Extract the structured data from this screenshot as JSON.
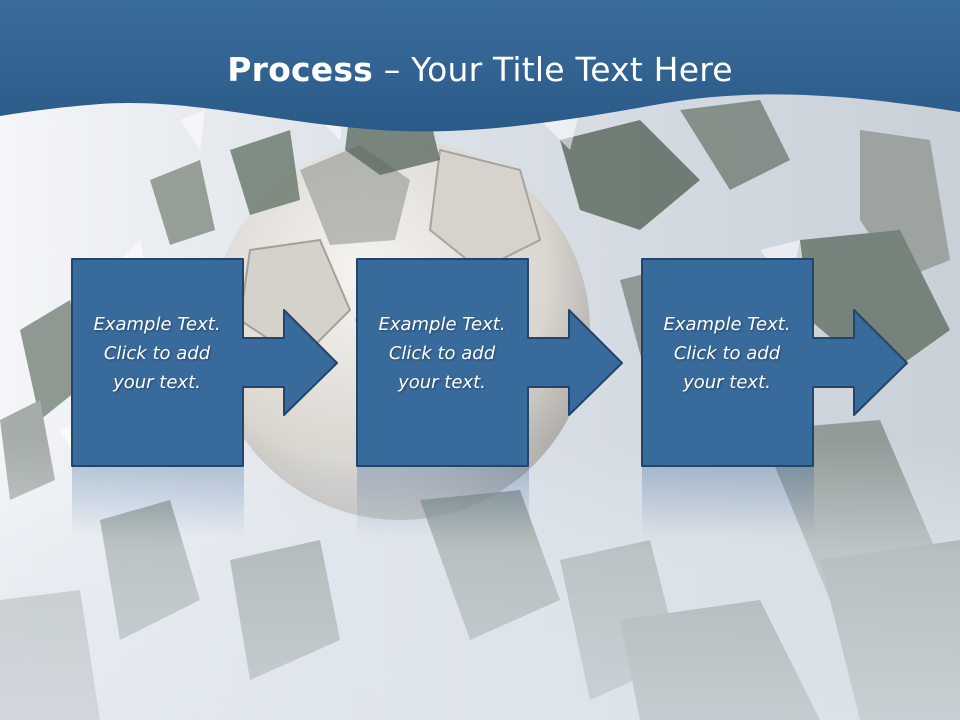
{
  "title": {
    "bold": "Process",
    "rest": " – Your Title Text Here"
  },
  "steps": [
    {
      "line1": "Example Text.",
      "line2": "Click  to add",
      "line3": "your text."
    },
    {
      "line1": "Example Text.",
      "line2": "Click  to add",
      "line3": "your text."
    },
    {
      "line1": "Example Text.",
      "line2": "Click  to add",
      "line3": "your text."
    }
  ],
  "colors": {
    "banner": "#2f5f8e",
    "step_fill": "#386a9b",
    "step_stroke": "#23456a",
    "title_text": "#ffffff"
  },
  "background": {
    "image": "shattered-soccer-ball-illustration"
  }
}
